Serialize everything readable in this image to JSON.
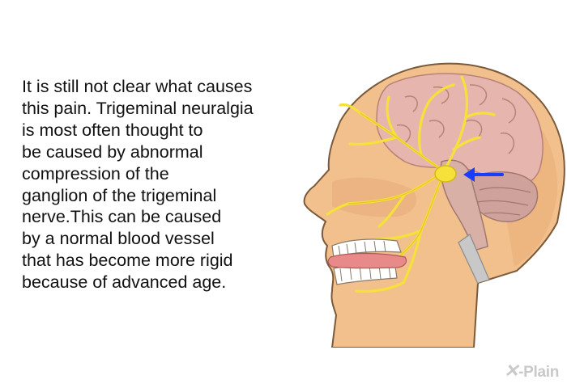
{
  "body_text": {
    "lines": [
      "It is still not clear what causes",
      "this pain. Trigeminal neuralgia",
      "is most often thought to",
      "be caused by abnormal",
      "compression of the",
      "ganglion of the trigeminal",
      "nerve.This can be caused",
      "by a normal blood vessel",
      "that has become more rigid",
      "because of advanced age."
    ]
  },
  "illustration": {
    "subject": "head-cross-section-trigeminal-nerve",
    "colors": {
      "skin": "#f2c08c",
      "skin_outline": "#7a5a3a",
      "brain": "#e6b6ae",
      "nerve": "#f6e03a",
      "arrow": "#1a3cff"
    }
  },
  "watermark": {
    "logo_text": "X-Plain"
  }
}
